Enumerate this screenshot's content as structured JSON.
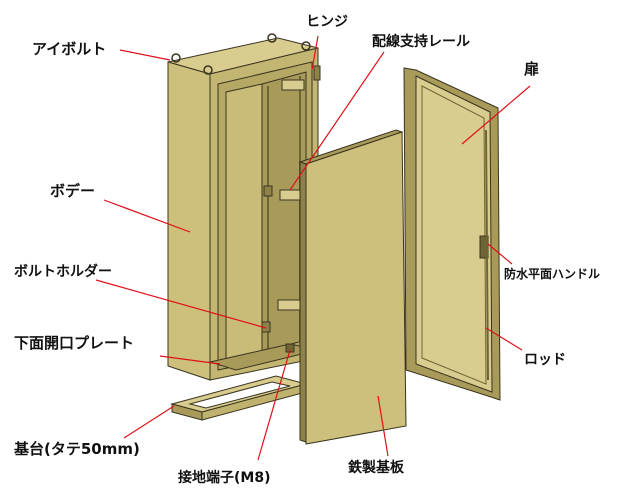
{
  "colors": {
    "panel": "#cdc07c",
    "panel_light": "#d8cc8e",
    "panel_dark": "#a89b5a",
    "panel_shadow": "#8e8248",
    "edge": "#3a3420",
    "callout": "#e0101a",
    "text": "#111111"
  },
  "labels": {
    "eyebolt": "アイボルト",
    "hinge": "ヒンジ",
    "wiring_rail": "配線支持レール",
    "door": "扉",
    "body": "ボデー",
    "bolt_holder": "ボルトホルダー",
    "waterproof_handle": "防水平面ハンドル",
    "bottom_plate": "下面開口プレート",
    "rod": "ロッド",
    "base": "基台(タテ50mm)",
    "ground_terminal": "接地端子(M8)",
    "steel_plate": "鉄製基板"
  }
}
